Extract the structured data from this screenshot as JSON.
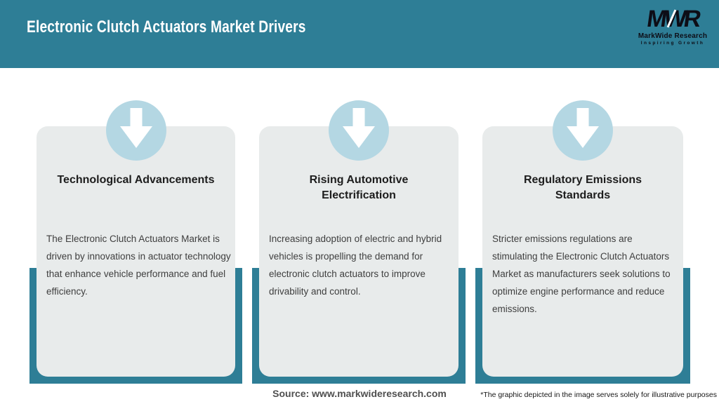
{
  "header": {
    "title": "Electronic Clutch Actuators Market Drivers"
  },
  "logo": {
    "monogram": "MWR",
    "name": "MarkWide Research",
    "tagline": "Inspiring Growth"
  },
  "cards": [
    {
      "title": "Technological Advancements",
      "description": "The Electronic Clutch Actuators Market is driven by innovations in actuator technology that enhance vehicle performance and fuel efficiency."
    },
    {
      "title": "Rising Automotive Electrification",
      "description": "Increasing adoption of electric and hybrid vehicles is propelling the demand for electronic clutch actuators to improve drivability and control."
    },
    {
      "title": "Regulatory Emissions Standards",
      "description": "Stricter emissions regulations are stimulating the Electronic Clutch Actuators Market as manufacturers seek solutions to optimize engine performance and reduce emissions."
    }
  ],
  "footer": {
    "source": "Source: www.markwideresearch.com",
    "disclaimer": "*The graphic depicted in the image serves solely for illustrative purposes"
  },
  "icons": [
    {
      "name": "arrow-down-icon"
    },
    {
      "name": "arrow-down-icon"
    },
    {
      "name": "arrow-down-icon"
    }
  ],
  "colors": {
    "header_teal": "#2e7e96",
    "card_gray": "#e8ebeb",
    "circle_blue": "#b4d7e3",
    "title_text": "#1d1d1d",
    "body_text": "#3e3e3e",
    "source_text": "#4f4f4f",
    "logo_black": "#0d0d16"
  }
}
